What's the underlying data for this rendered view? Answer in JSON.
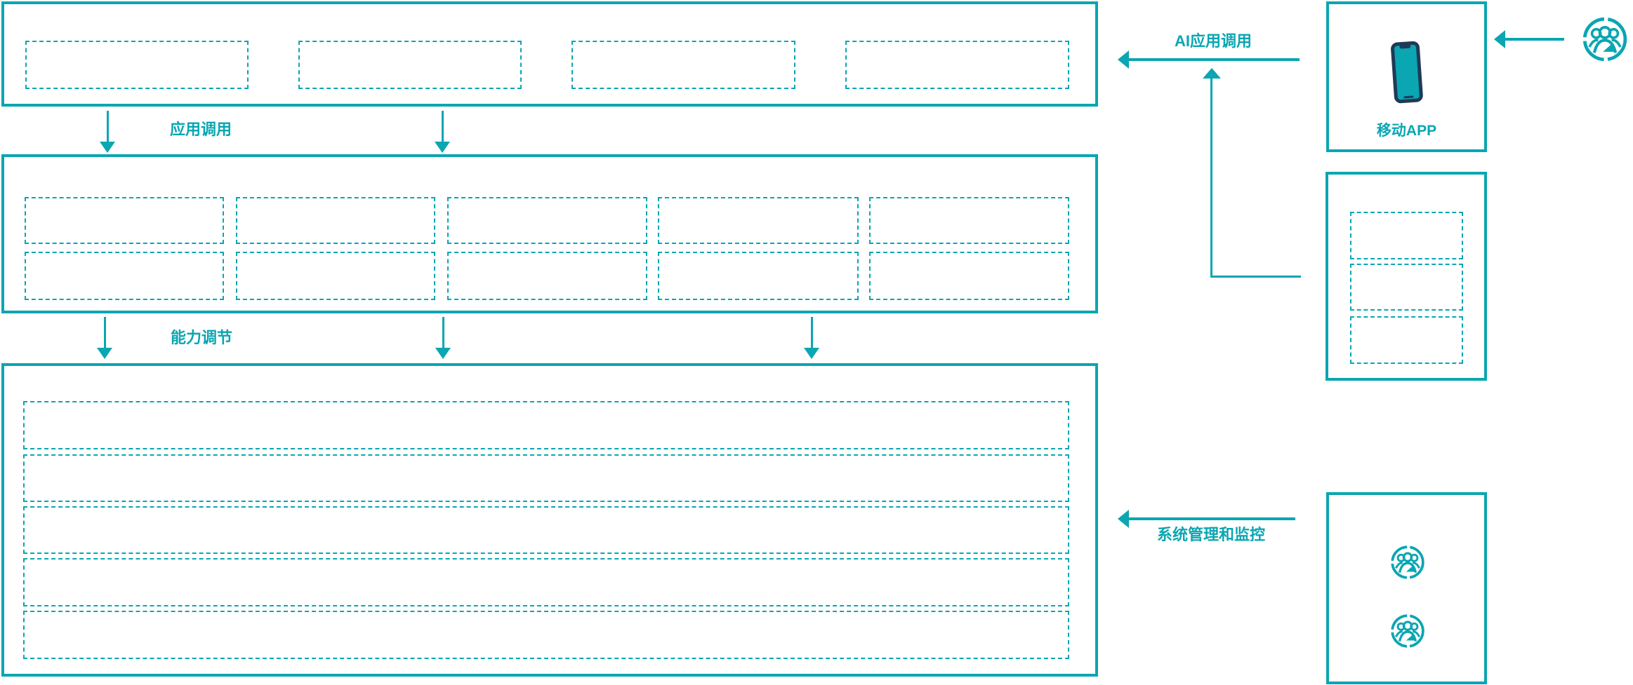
{
  "palette": {
    "teal": "#0aa6b2",
    "navy": "#1f3a57"
  },
  "labels": {
    "app_call": "应用调用",
    "capability_adjust": "能力调节",
    "ai_app_call": "AI应用调用",
    "system_mgmt": "系统管理和监控",
    "mobile_app": "移动APP"
  },
  "layers": {
    "top_layer": {
      "placeholder_count": 4
    },
    "middle_layer": {
      "rows": 2,
      "cols": 5,
      "placeholder_count": 10
    },
    "bottom_layer": {
      "placeholder_count": 5
    },
    "side_panel": {
      "placeholder_count": 3
    }
  },
  "icons": {
    "mobile_phone": "mobile-phone-icon",
    "users_top_right": "users-icon",
    "users_admin_1": "users-icon",
    "users_admin_2": "users-icon"
  }
}
